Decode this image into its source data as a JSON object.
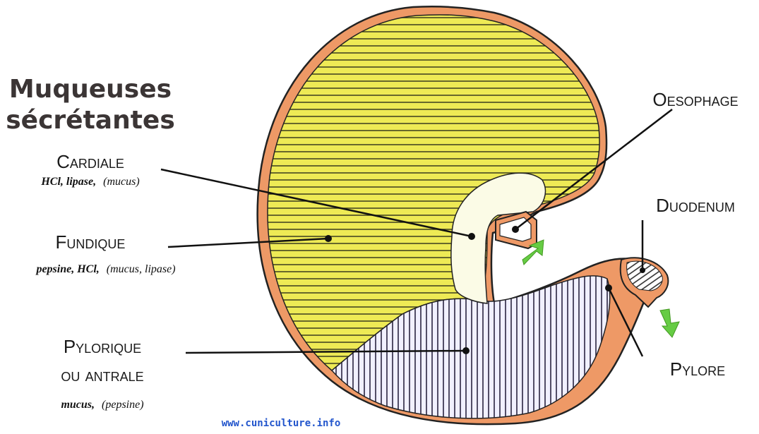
{
  "title": {
    "line1": "Muqueuses",
    "line2": "sécrétantes"
  },
  "zones": [
    {
      "name": "Cardiale",
      "label": "Cardiale",
      "detail_bold": "HCl, lipase,",
      "detail_normal": "(mucus)"
    },
    {
      "name": "Fundique",
      "label": "Fundique",
      "detail_bold": "pepsine, HCl,",
      "detail_normal": "(mucus, lipase)"
    },
    {
      "name": "Pylorique",
      "label_line1": "Pylorique",
      "label_line2": "ou antrale",
      "detail_bold": "mucus,",
      "detail_normal": "(pepsine)"
    }
  ],
  "anatomy": {
    "oesophage": "Oesophage",
    "duodenum": "Duodenum",
    "pylore": "Pylore"
  },
  "watermark": "www.cuniculture.info",
  "colors": {
    "fundus_fill": "#eeea55",
    "wall": "#ee9966",
    "cardia_fill": "#fbfbe6",
    "antrum_fill": "#eeeeff",
    "arrow": "#66cc44",
    "watermark": "#2255cc"
  }
}
